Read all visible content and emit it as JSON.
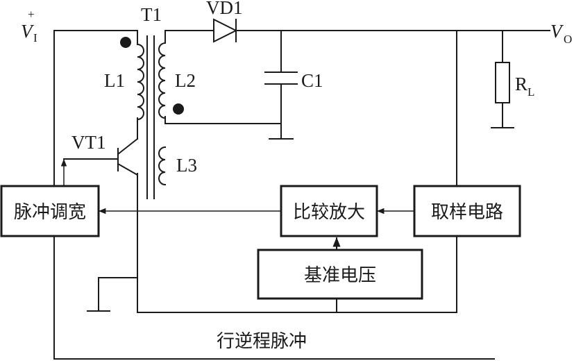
{
  "labels": {
    "vi_symbol": "V",
    "vi_sub": "I",
    "vi_sign": "+",
    "t1": "T1",
    "vd1": "VD1",
    "vo_symbol": "V",
    "vo_sub": "O",
    "l1": "L1",
    "l2": "L2",
    "l3": "L3",
    "c1": "C1",
    "rl_symbol": "R",
    "rl_sub": "L",
    "vt1": "VT1"
  },
  "blocks": {
    "pwm": "脉冲调宽",
    "comparator": "比较放大",
    "sampling": "取样电路",
    "reference": "基准电压"
  },
  "bottom_label": "行逆程脉冲"
}
